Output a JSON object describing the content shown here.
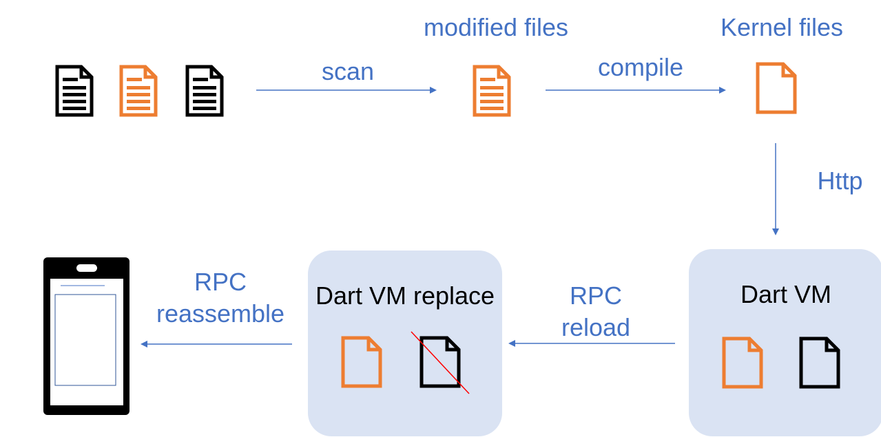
{
  "colors": {
    "accent": "#4472c4",
    "orange": "#ed7d31",
    "black": "#000000",
    "box": "#dae3f3",
    "strike": "#ff0000"
  },
  "labels": {
    "scan": "scan",
    "modified_files": "modified files",
    "compile": "compile",
    "kernel_files": "Kernel files",
    "http": "Http",
    "rpc_reload_line1": "RPC",
    "rpc_reload_line2": "reload",
    "rpc_reassemble_line1": "RPC",
    "rpc_reassemble_line2": "reassemble"
  },
  "boxes": {
    "dart_vm": {
      "title": "Dart VM"
    },
    "dart_vm_replace": {
      "title": "Dart VM replace"
    }
  },
  "icons": {
    "source_files": [
      "document-lines-icon",
      "document-lines-icon",
      "document-lines-icon"
    ],
    "modified_file": "document-lines-icon",
    "kernel_file": "document-icon",
    "phone": "mobile-phone-icon"
  }
}
